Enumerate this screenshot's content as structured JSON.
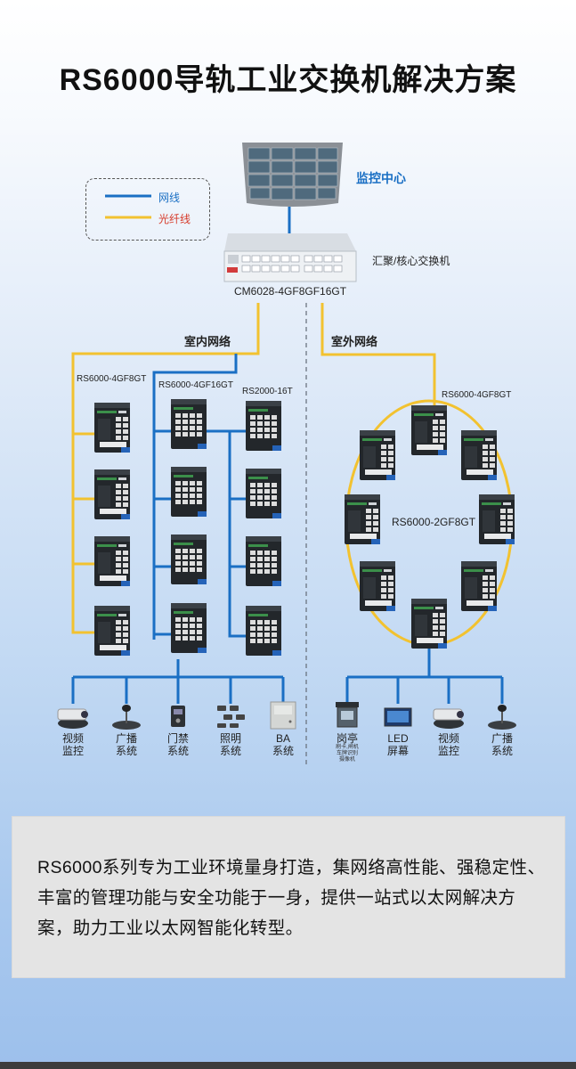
{
  "title": "RS6000导轨工业交换机解决方案",
  "legend": {
    "network_cable": "网线",
    "fiber": "光纤线",
    "network_color": "#1a6fc4",
    "fiber_color": "#f2c230"
  },
  "monitor_center": "监控中心",
  "core_switch": {
    "caption": "汇聚/核心交换机",
    "model": "CM6028-4GF8GF16GT"
  },
  "indoor": {
    "label": "室内网络",
    "col1_model": "RS6000-4GF8GT",
    "col2_model": "RS6000-4GF16GT",
    "col3_model": "RS2000-16T"
  },
  "outdoor": {
    "label": "室外网络",
    "ring_top_model": "RS6000-4GF8GT",
    "ring_center_model": "RS6000-2GF8GT"
  },
  "indoor_devices": [
    {
      "line1": "视频",
      "line2": "监控",
      "icon": "camera-icon"
    },
    {
      "line1": "广播",
      "line2": "系统",
      "icon": "microphone-icon"
    },
    {
      "line1": "门禁",
      "line2": "系统",
      "icon": "access-control-icon"
    },
    {
      "line1": "照明",
      "line2": "系统",
      "icon": "lighting-icon"
    },
    {
      "line1": "BA",
      "line2": "系统",
      "icon": "cabinet-icon"
    }
  ],
  "outdoor_devices": [
    {
      "line1": "岗亭",
      "line2": "",
      "sub1": "刷卡,闸机",
      "sub2": "车牌识别",
      "sub3": "摄像机",
      "icon": "booth-icon"
    },
    {
      "line1": "LED",
      "line2": "屏幕",
      "icon": "led-screen-icon"
    },
    {
      "line1": "视频",
      "line2": "监控",
      "icon": "camera-icon"
    },
    {
      "line1": "广播",
      "line2": "系统",
      "icon": "microphone-icon"
    }
  ],
  "description": "RS6000系列专为工业环境量身打造，集网络高性能、强稳定性、丰富的管理功能与安全功能于一身，提供一站式以太网解决方案，助力工业以太网智能化转型。"
}
